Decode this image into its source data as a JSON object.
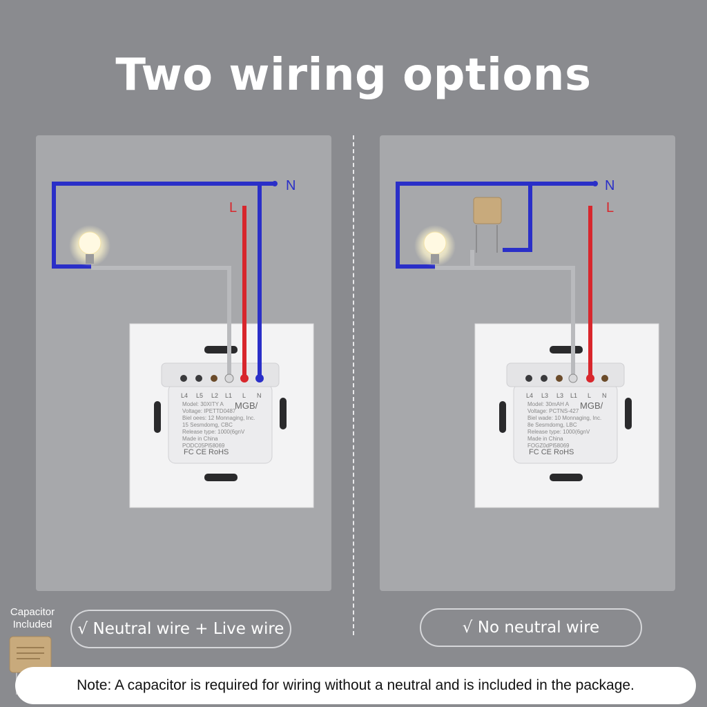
{
  "title": "Two wiring options",
  "colors": {
    "neutral_wire": "#2a2fc8",
    "live_wire": "#d8262c",
    "load_wire": "#b9babd",
    "background": "#8a8b8f",
    "panel": "#a7a8ab"
  },
  "left_option": {
    "label": "√ Neutral wire + Live wire",
    "wire_n": "N",
    "wire_l": "L",
    "terminals": [
      "L4",
      "L5",
      "L2",
      "L1",
      "L",
      "N"
    ],
    "module_brand": "MGB/",
    "module_lines": [
      "Model: 30XITY A",
      "Voltage: IPETTD0487",
      "Biel oees: 12 Monnaging, Inc.",
      "15 Sesmdomg, CBC",
      "Release type: 1000(6gnV",
      "Made in China",
      "PODC05Pl58069"
    ],
    "cert_marks": "FC CE RoHS"
  },
  "right_option": {
    "label": "√ No neutral wire",
    "wire_n": "N",
    "wire_l": "L",
    "terminals": [
      "L4",
      "L3",
      "L3",
      "L1",
      "L",
      "N"
    ],
    "module_brand": "MGB/",
    "module_lines": [
      "Model: 30mAH A",
      "Voltage: PCTNS-427",
      "Biel wade: 10 Monnaging, Inc.",
      "8e Sesmdomg, LBC",
      "Release type: 1000(6gnV",
      "Made in China",
      "FOGZ0dPl58069"
    ],
    "cert_marks": "FC CE RoHS"
  },
  "capacitor": {
    "label_line1": "Capacitor",
    "label_line2": "Included"
  },
  "note": "Note: A capacitor is required for wiring without a neutral and is included in the package."
}
